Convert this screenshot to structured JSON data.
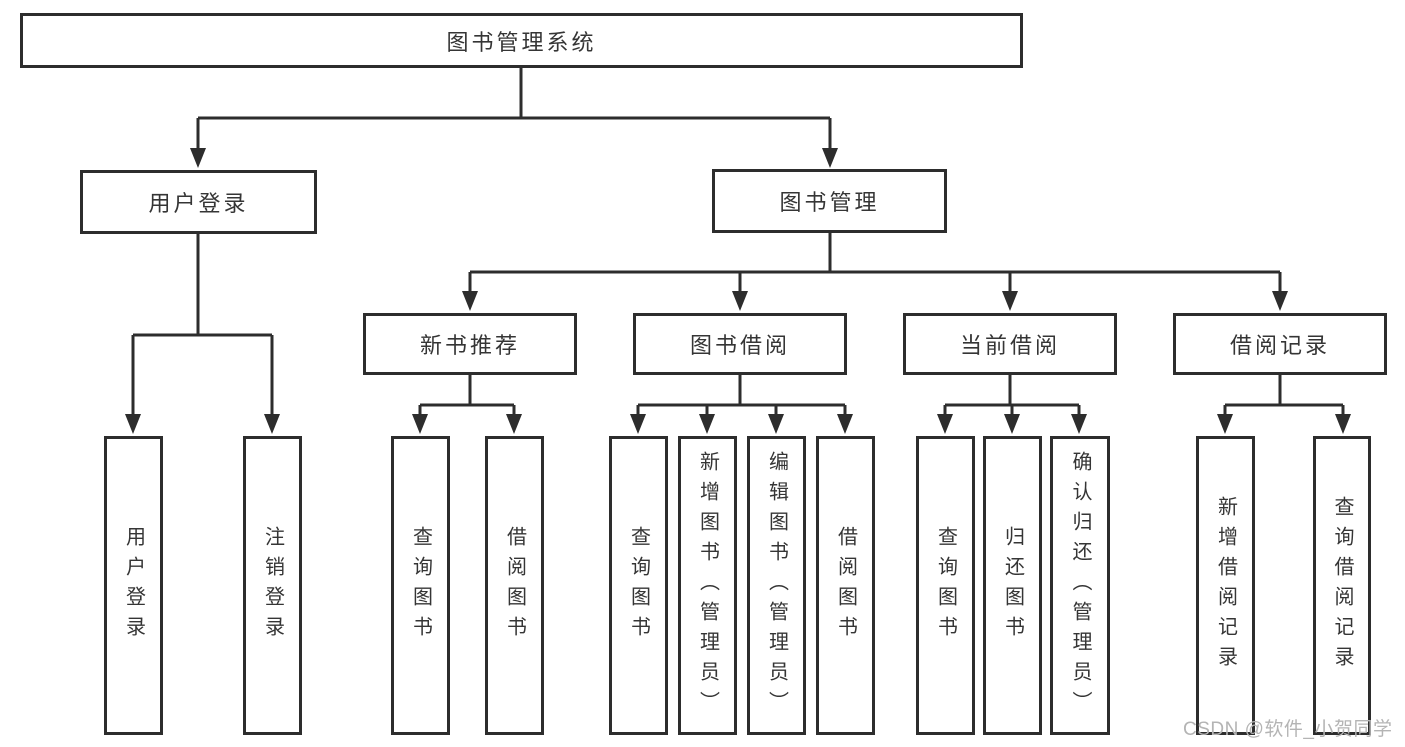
{
  "tree": {
    "label": "图书管理系统",
    "children": [
      {
        "label": "用户登录",
        "children": [
          {
            "label": "用户登录"
          },
          {
            "label": "注销登录"
          }
        ]
      },
      {
        "label": "图书管理",
        "children": [
          {
            "label": "新书推荐",
            "children": [
              {
                "label": "查询图书"
              },
              {
                "label": "借阅图书"
              }
            ]
          },
          {
            "label": "图书借阅",
            "children": [
              {
                "label": "查询图书"
              },
              {
                "label": "新增图书（管理员）"
              },
              {
                "label": "编辑图书（管理员）"
              },
              {
                "label": "借阅图书"
              }
            ]
          },
          {
            "label": "当前借阅",
            "children": [
              {
                "label": "查询图书"
              },
              {
                "label": "归还图书"
              },
              {
                "label": "确认归还（管理员）"
              }
            ]
          },
          {
            "label": "借阅记录",
            "children": [
              {
                "label": "新增借阅记录"
              },
              {
                "label": "查询借阅记录"
              }
            ]
          }
        ]
      }
    ]
  },
  "watermark": {
    "text": "CSDN @软件_小贺同学"
  },
  "colors": {
    "line": "#2d2d2d",
    "box_border": "#2d2d2d",
    "text": "#353535",
    "watermark": "#b4b4b4",
    "background": "#ffffff"
  }
}
